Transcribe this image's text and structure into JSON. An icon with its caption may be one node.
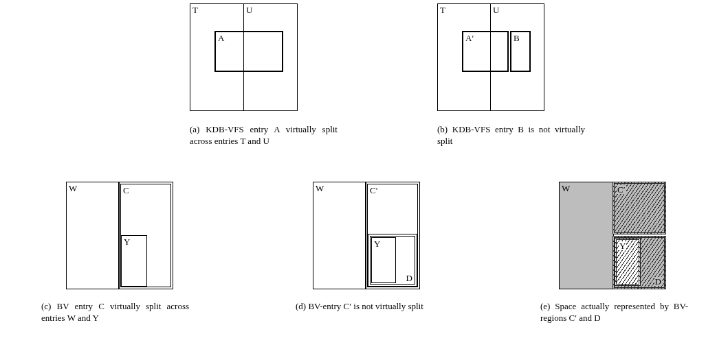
{
  "diagram": {
    "nodes": [
      {
        "text": [
          "T"
        ]
      },
      {
        "text": [
          "U"
        ]
      },
      {
        "text": [
          "A"
        ]
      },
      {
        "text": [
          "T"
        ]
      },
      {
        "text": [
          "U"
        ]
      },
      {
        "text": [
          "A′"
        ]
      },
      {
        "text": [
          "B"
        ],
        "in": 4
      },
      {
        "text": [
          "W"
        ]
      },
      {
        "text": [
          "C"
        ]
      },
      {
        "text": [
          "Y"
        ],
        "in": 8
      },
      {
        "text": [
          "W"
        ]
      },
      {
        "text": [
          "C′"
        ]
      },
      {
        "text": [
          "D"
        ],
        "in": 11
      },
      {
        "text": [
          "Y"
        ],
        "in": 12
      },
      {
        "text": [
          "W"
        ]
      },
      {
        "text": [
          "C′"
        ]
      },
      {
        "text": [
          "D"
        ]
      },
      {
        "text": [
          "Y"
        ],
        "in": 16
      }
    ],
    "edges": [],
    "labels": [
      "(a) KDB-VFS entry A virtually split across entries T and U",
      "(b) KDB-VFS entry B is not virtually split",
      "(c) BV entry C virtually split across entries W and Y",
      "(d) BV-entry C′ is not virtually split",
      "(e) Space actually represented by BV-regions C′ and D"
    ]
  }
}
